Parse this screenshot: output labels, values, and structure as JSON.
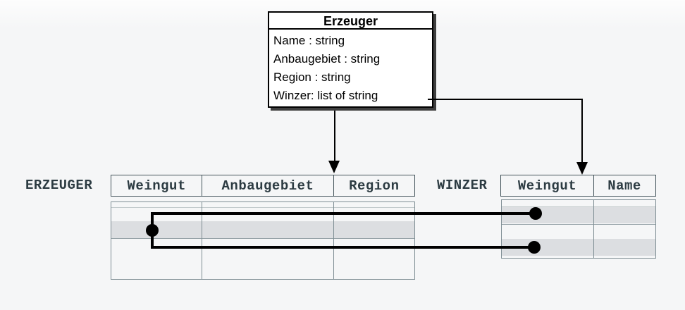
{
  "class_box": {
    "title": "Erzeuger",
    "attributes": [
      "Name : string",
      "Anbaugebiet : string",
      "Region : string",
      "Winzer: list of string"
    ]
  },
  "erzeuger_table": {
    "label": "ERZEUGER",
    "columns": [
      "Weingut",
      "Anbaugebiet",
      "Region"
    ]
  },
  "winzer_table": {
    "label": "WINZER",
    "columns": [
      "Weingut",
      "Name"
    ]
  },
  "colors": {
    "background": "#f5f6f7",
    "class_box_fill": "#ffffff",
    "class_box_border": "#000000",
    "table_header_border": "#45555c",
    "table_body_border": "#7f8e94",
    "table_text": "#2c3b42",
    "highlight_row": "#dcdee1",
    "connector": "#000000"
  }
}
